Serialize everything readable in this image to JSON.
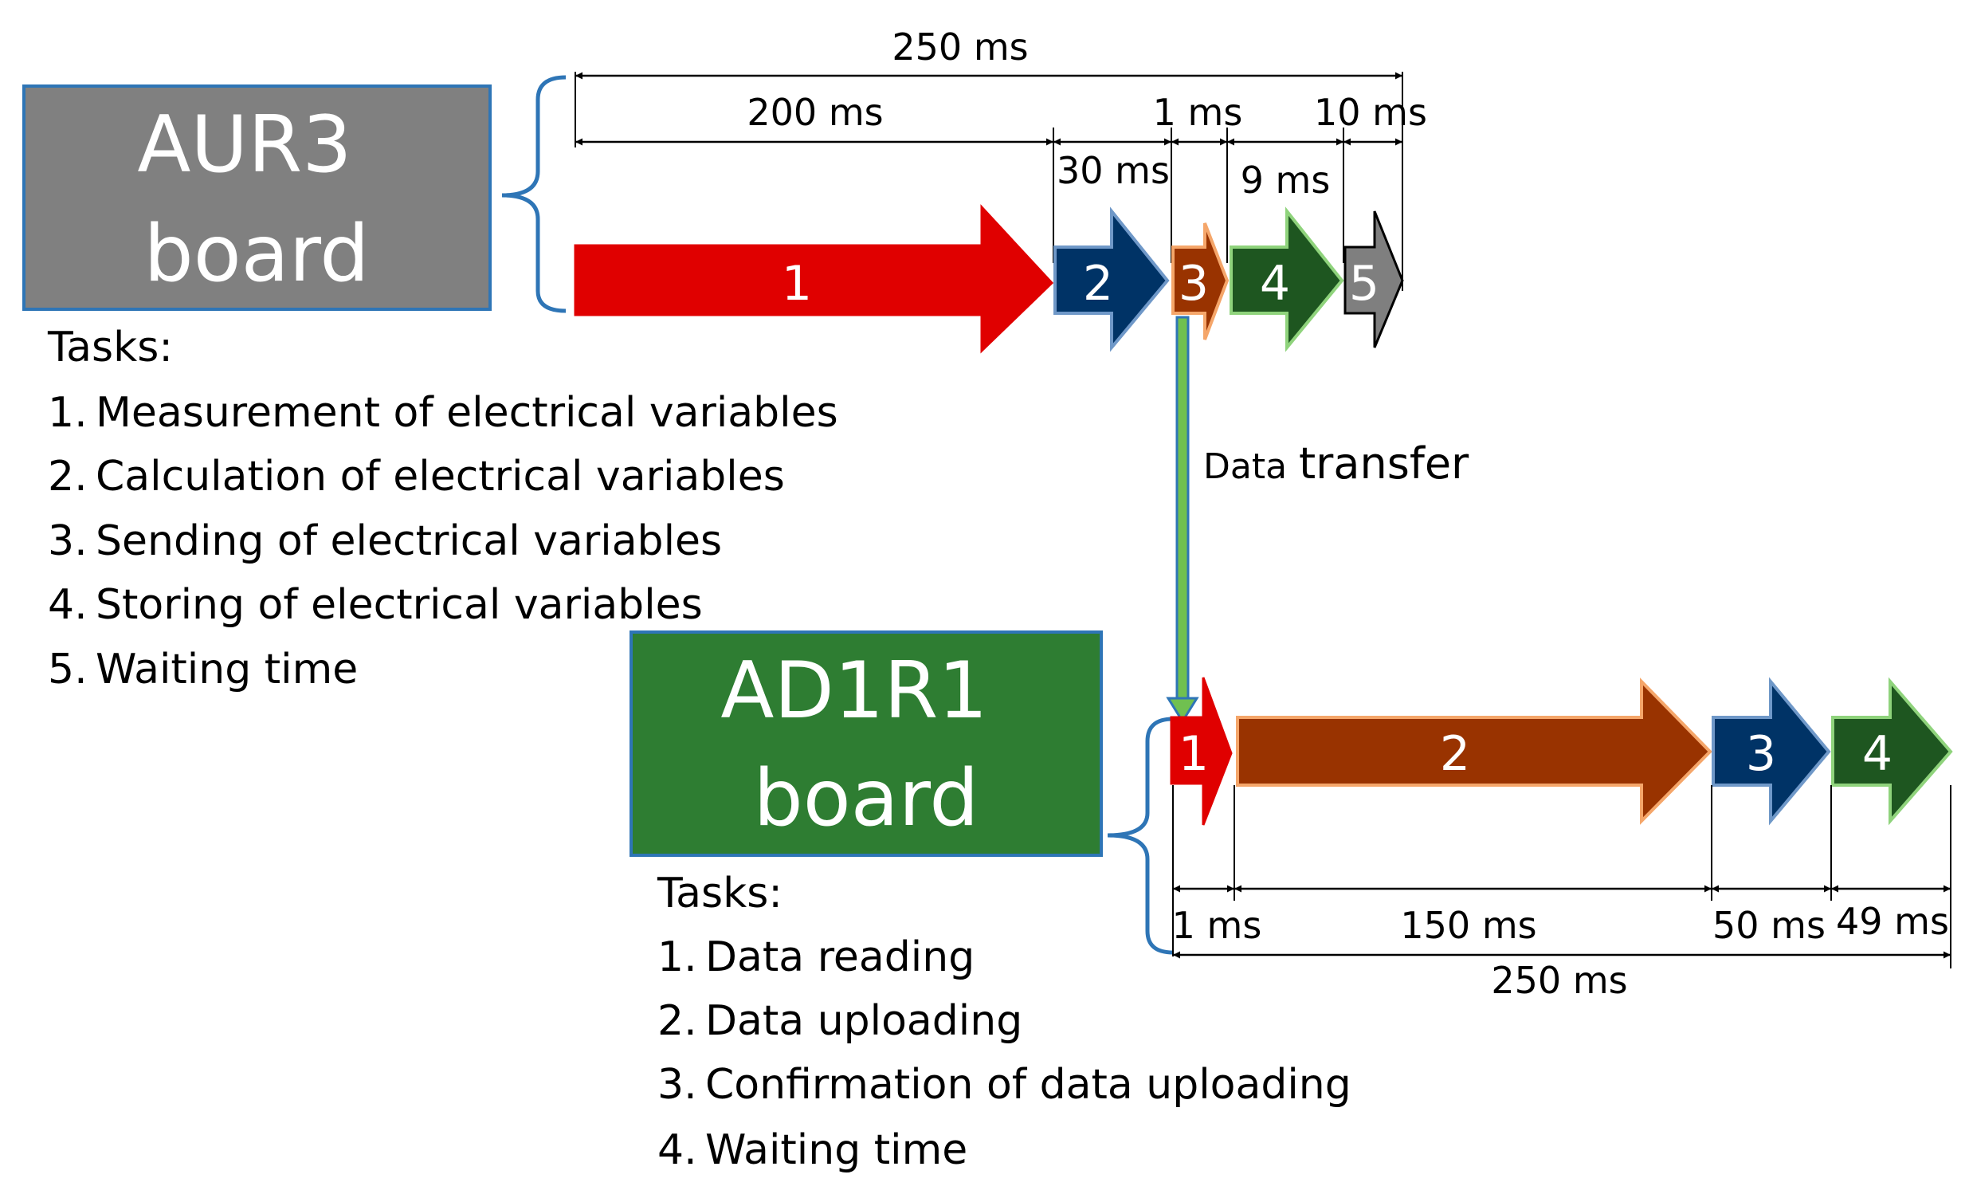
{
  "aur3": {
    "title_line1": "AUR3",
    "title_line2": "board",
    "tasks_heading": "Tasks:",
    "tasks": [
      {
        "num": "1.",
        "text": "Measurement of electrical variables"
      },
      {
        "num": "2.",
        "text": "Calculation of electrical variables"
      },
      {
        "num": "3.",
        "text": "Sending of electrical variables"
      },
      {
        "num": "4.",
        "text": "Storing of electrical variables"
      },
      {
        "num": "5.",
        "text": "Waiting time"
      }
    ],
    "steps": [
      {
        "label": "1",
        "color": "#e00000",
        "border": "#e00000"
      },
      {
        "label": "2",
        "color": "#003366",
        "border": "#6f98c8"
      },
      {
        "label": "3",
        "color": "#993300",
        "border": "#f5a66a"
      },
      {
        "label": "4",
        "color": "#1e5620",
        "border": "#8fd37c"
      },
      {
        "label": "5",
        "color": "#7f7f7f",
        "border": "#000000"
      }
    ],
    "durations": {
      "total": "250 ms",
      "d1": "200 ms",
      "d2": "30 ms",
      "d3": "1 ms",
      "d4": "9 ms",
      "d5": "10 ms"
    },
    "box_color": "#808080",
    "box_border": "#2e75b6"
  },
  "transfer": {
    "label_small": "Data",
    "label_large": "transfer",
    "color": "#70c050",
    "border": "#2e75b6"
  },
  "ad1r1": {
    "title_line1": "AD1R1",
    "title_line2": "board",
    "tasks_heading": "Tasks:",
    "tasks": [
      {
        "num": "1.",
        "text": "Data reading"
      },
      {
        "num": "2.",
        "text": "Data uploading"
      },
      {
        "num": "3.",
        "text": "Confirmation of data uploading"
      },
      {
        "num": "4.",
        "text": "Waiting time"
      }
    ],
    "steps": [
      {
        "label": "1",
        "color": "#e00000",
        "border": "#e00000"
      },
      {
        "label": "2",
        "color": "#993300",
        "border": "#f5a66a"
      },
      {
        "label": "3",
        "color": "#003366",
        "border": "#6f98c8"
      },
      {
        "label": "4",
        "color": "#1e5620",
        "border": "#8fd37c"
      }
    ],
    "durations": {
      "d1": "1 ms",
      "d2": "150 ms",
      "d3": "50 ms",
      "d4": "49 ms",
      "total": "250 ms"
    },
    "box_color": "#2e7d32",
    "box_border": "#2e75b6"
  }
}
